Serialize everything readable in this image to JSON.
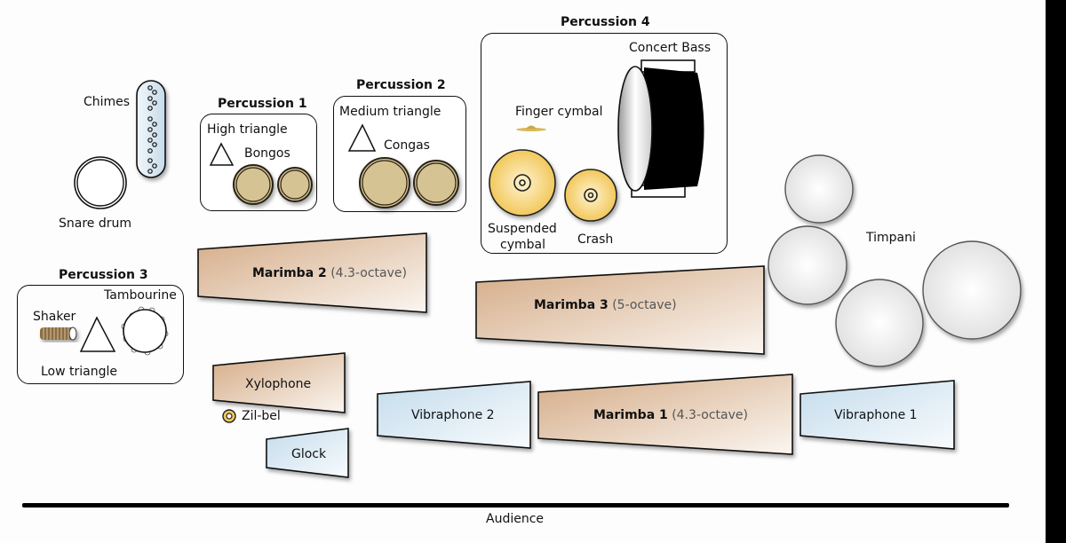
{
  "diagram": {
    "title": "Percussion stage setup",
    "colors": {
      "marimba": "#d7b08e",
      "vibraphone": "#c8dfee",
      "drum_head": "#d6c393",
      "cymbal": "#f3cf6e",
      "timpani": "#efefef",
      "bass_drum": "#000000"
    },
    "groups": {
      "perc1": {
        "title": "Percussion 1",
        "items": [
          "High triangle",
          "Bongos"
        ]
      },
      "perc2": {
        "title": "Percussion 2",
        "items": [
          "Medium triangle",
          "Congas"
        ]
      },
      "perc3": {
        "title": "Percussion 3",
        "items": [
          "Shaker",
          "Tambourine",
          "Low triangle"
        ]
      },
      "perc4": {
        "title": "Percussion 4",
        "items": [
          "Concert Bass",
          "Finger cymbal",
          "Suspended",
          "cymbal",
          "Crash"
        ]
      }
    },
    "standalone": {
      "chimes": "Chimes",
      "snare": "Snare drum",
      "timpani": "Timpani",
      "zilbel": "Zil-bel"
    },
    "keyboards": {
      "marimba2": {
        "name": "Marimba 2",
        "detail": "(4.3-octave)"
      },
      "marimba3": {
        "name": "Marimba 3",
        "detail": "(5-octave)"
      },
      "marimba1": {
        "name": "Marimba 1",
        "detail": "(4.3-octave)"
      },
      "xylophone": {
        "name": "Xylophone"
      },
      "glock": {
        "name": "Glock"
      },
      "vibraphone2": {
        "name": "Vibraphone 2"
      },
      "vibraphone1": {
        "name": "Vibraphone 1"
      }
    },
    "audience": "Audience"
  }
}
